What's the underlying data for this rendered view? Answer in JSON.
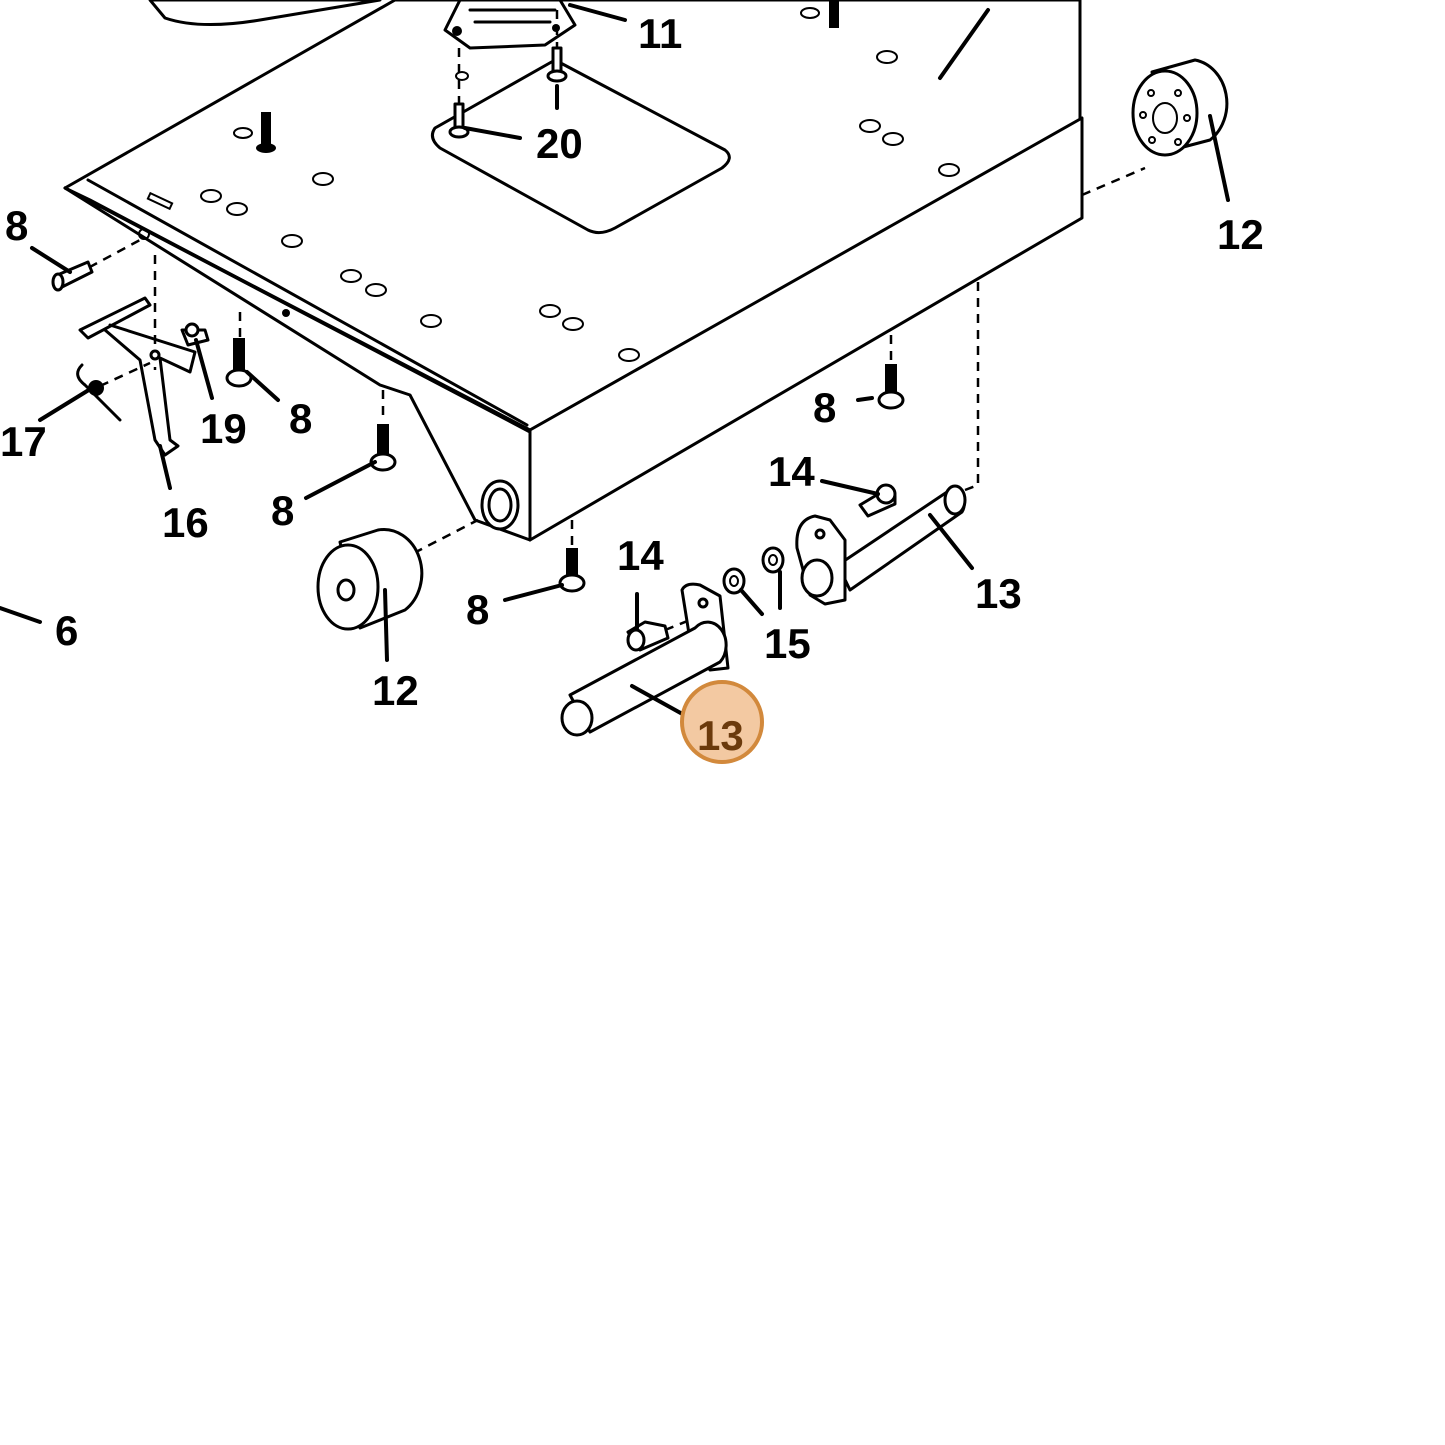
{
  "diagram": {
    "highlight_color": "#f3c9a2",
    "highlight_stroke": "#d2893c",
    "callouts": [
      {
        "id": "c-11",
        "text": "11"
      },
      {
        "id": "c-20",
        "text": "20"
      },
      {
        "id": "c-12a",
        "text": "12"
      },
      {
        "id": "c-8a",
        "text": "8"
      },
      {
        "id": "c-19",
        "text": "19"
      },
      {
        "id": "c-8b",
        "text": "8"
      },
      {
        "id": "c-17",
        "text": "17"
      },
      {
        "id": "c-16",
        "text": "16"
      },
      {
        "id": "c-8c",
        "text": "8"
      },
      {
        "id": "c-8d",
        "text": "8"
      },
      {
        "id": "c-14a",
        "text": "14"
      },
      {
        "id": "c-13a",
        "text": "13"
      },
      {
        "id": "c-6",
        "text": "6"
      },
      {
        "id": "c-12b",
        "text": "12"
      },
      {
        "id": "c-8e",
        "text": "8"
      },
      {
        "id": "c-14b",
        "text": "14"
      },
      {
        "id": "c-15",
        "text": "15"
      },
      {
        "id": "c-13b",
        "text": "13"
      }
    ]
  }
}
